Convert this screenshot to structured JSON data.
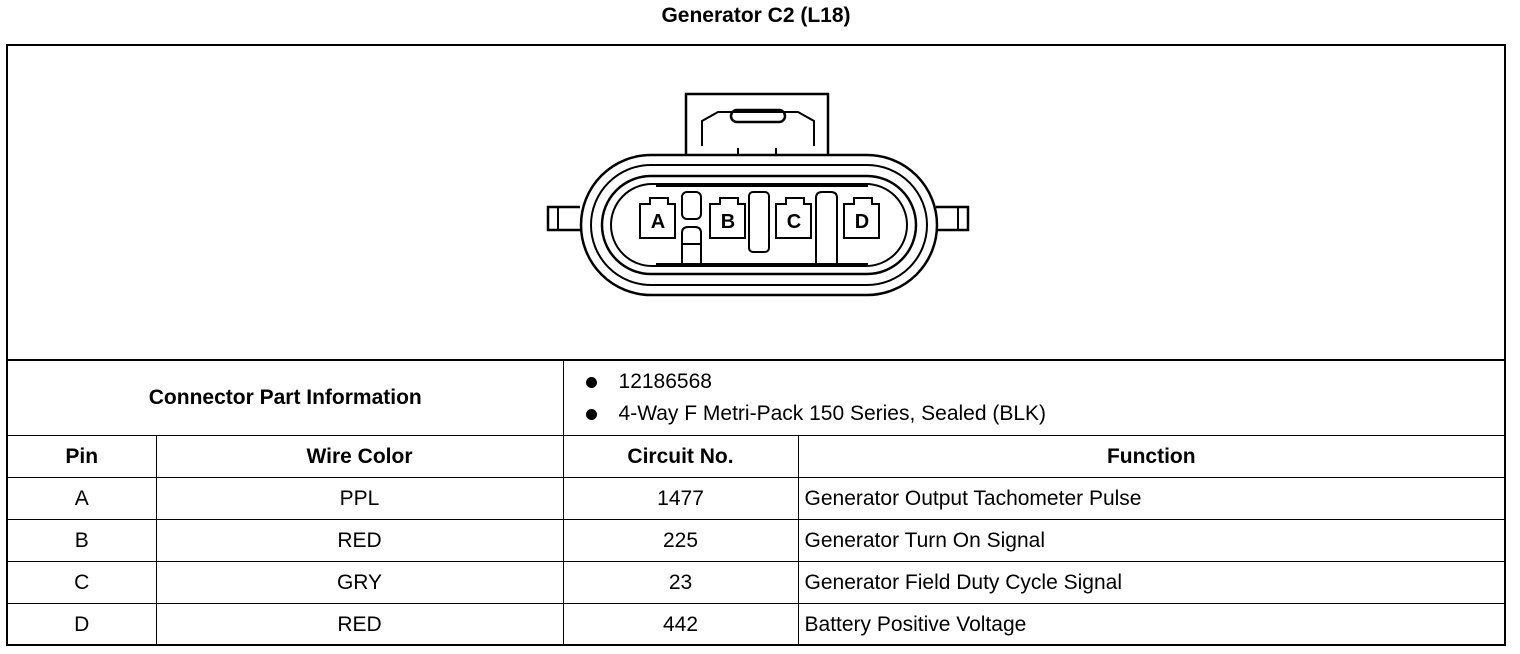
{
  "title": "Generator C2 (L18)",
  "connector": {
    "pin_labels": [
      "A",
      "B",
      "C",
      "D"
    ]
  },
  "part_info": {
    "label": "Connector Part Information",
    "items": [
      "12186568",
      "4-Way F Metri-Pack 150 Series, Sealed (BLK)"
    ]
  },
  "table": {
    "headers": {
      "pin": "Pin",
      "wire_color": "Wire Color",
      "circuit": "Circuit No.",
      "function": "Function"
    },
    "rows": [
      {
        "pin": "A",
        "wire_color": "PPL",
        "circuit": "1477",
        "function": "Generator Output Tachometer Pulse"
      },
      {
        "pin": "B",
        "wire_color": "RED",
        "circuit": "225",
        "function": "Generator Turn On Signal"
      },
      {
        "pin": "C",
        "wire_color": "GRY",
        "circuit": "23",
        "function": "Generator Field Duty Cycle Signal"
      },
      {
        "pin": "D",
        "wire_color": "RED",
        "circuit": "442",
        "function": "Battery Positive Voltage"
      }
    ]
  }
}
